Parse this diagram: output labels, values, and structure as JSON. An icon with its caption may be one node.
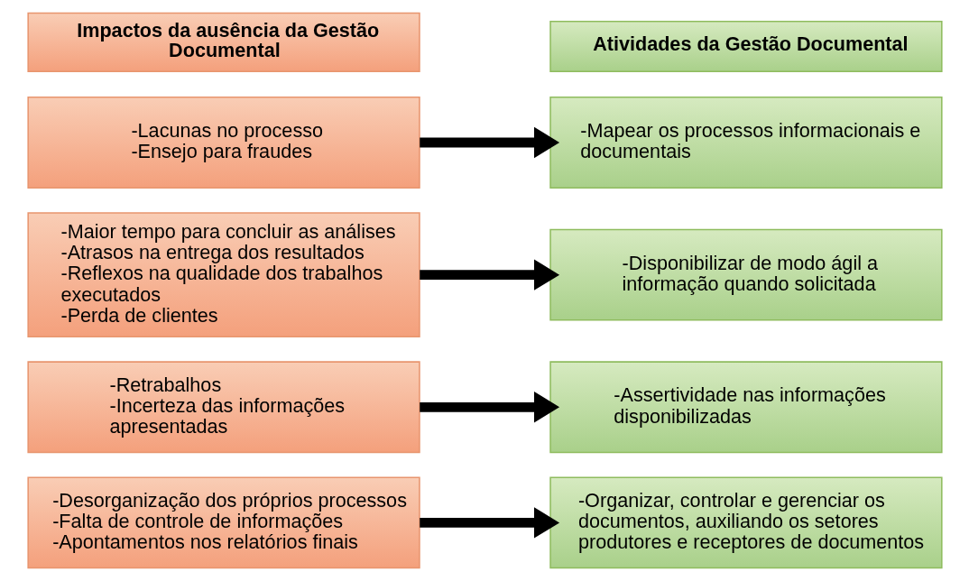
{
  "diagram": {
    "nodes": [
      {
        "text": [
          "Impactos da ausência da Gestão Documental"
        ]
      },
      {
        "text": [
          "Atividades da Gestão Documental"
        ]
      },
      {
        "text": [
          "-Lacunas no processo",
          "-Ensejo para fraudes"
        ]
      },
      {
        "text": [
          "-Mapear os processos informacionais e documentais"
        ]
      },
      {
        "text": [
          "-Maior tempo para concluir as análises",
          "-Atrasos na entrega dos resultados",
          "-Reflexos na qualidade dos trabalhos executados",
          "-Perda de clientes"
        ]
      },
      {
        "text": [
          "-Disponibilizar de modo ágil a informação quando solicitada"
        ]
      },
      {
        "text": [
          "-Retrabalhos",
          "-Incerteza das informações apresentadas"
        ]
      },
      {
        "text": [
          "-Assertividade nas informações disponibilizadas"
        ]
      },
      {
        "text": [
          "-Desorganização dos próprios processos",
          "-Falta de controle de informações",
          "-Apontamentos nos relatórios finais"
        ]
      },
      {
        "text": [
          "-Organizar, controlar e gerenciar os documentos, auxiliando os setores produtores e receptores de documentos"
        ]
      }
    ],
    "edges": [
      {
        "from": 2,
        "to": 3,
        "arrow": "to"
      },
      {
        "from": 4,
        "to": 5,
        "arrow": "to"
      },
      {
        "from": 6,
        "to": 7,
        "arrow": "to"
      },
      {
        "from": 8,
        "to": 9,
        "arrow": "to"
      }
    ]
  }
}
